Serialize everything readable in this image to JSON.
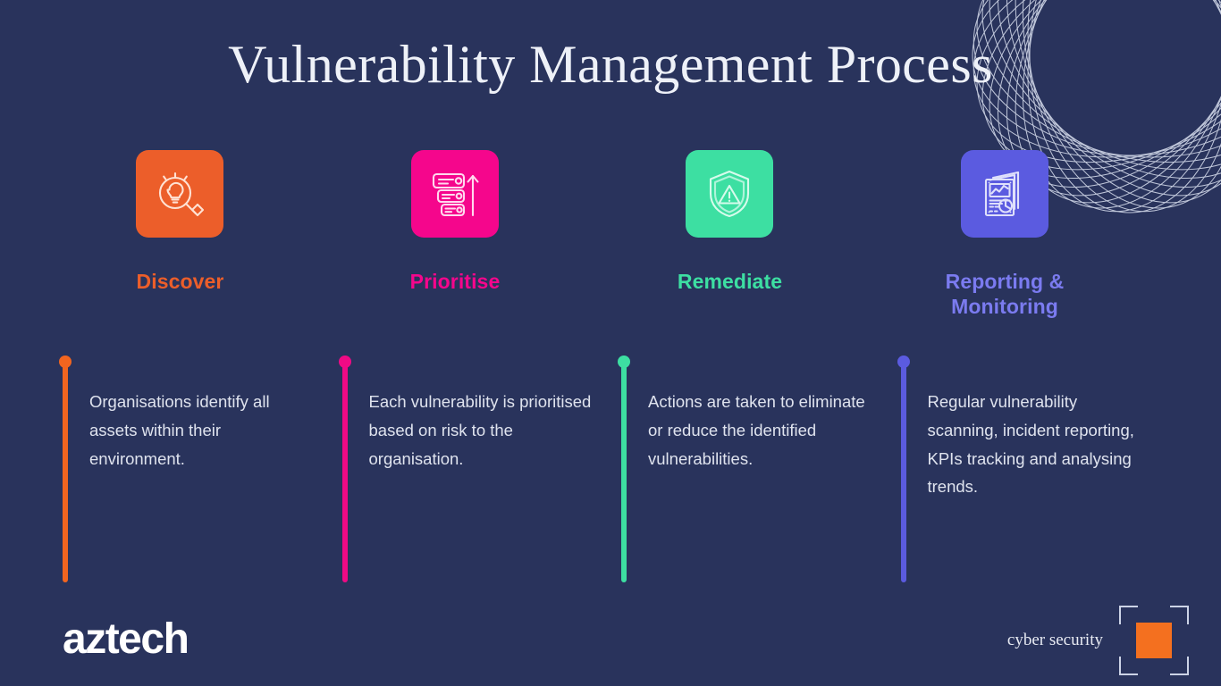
{
  "slide": {
    "title": "Vulnerability Management Process",
    "background_color": "#29335c"
  },
  "steps": [
    {
      "label": "Discover",
      "color": "#ec5e2a",
      "icon": "magnifier-lightbulb-icon",
      "description": "Organisations identify all assets within their environment."
    },
    {
      "label": "Prioritise",
      "color": "#f5068c",
      "icon": "ranked-list-arrow-icon",
      "description": "Each vulnerability is prioritised based on risk to the organisation."
    },
    {
      "label": "Remediate",
      "color": "#3ddfa2",
      "icon": "shield-warning-icon",
      "description": "Actions are taken to eliminate or reduce the identified vulnerabilities."
    },
    {
      "label": "Reporting & Monitoring",
      "color": "#5b5be0",
      "icon": "report-charts-icon",
      "description": "Regular vulnerability scanning, incident reporting, KPIs tracking and analysing trends."
    }
  ],
  "footer": {
    "brand": "aztech",
    "tagline": "cyber security",
    "mark_color": "#f4701f"
  },
  "decoration": {
    "name": "guilloche-line-art",
    "stroke_color": "#dbe1f0"
  }
}
